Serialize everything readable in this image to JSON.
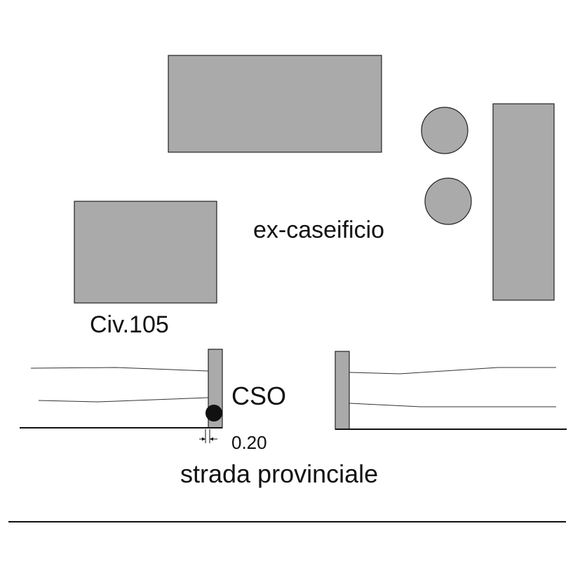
{
  "labels": {
    "building_name": "ex-caseificio",
    "house_number": "Civ.105",
    "sensor": "CSO",
    "offset": "0.20",
    "road": "strada provinciale"
  },
  "colors": {
    "building_fill": "#aaaaaa",
    "outline": "#222222",
    "marker": "#111111",
    "background": "#ffffff"
  }
}
